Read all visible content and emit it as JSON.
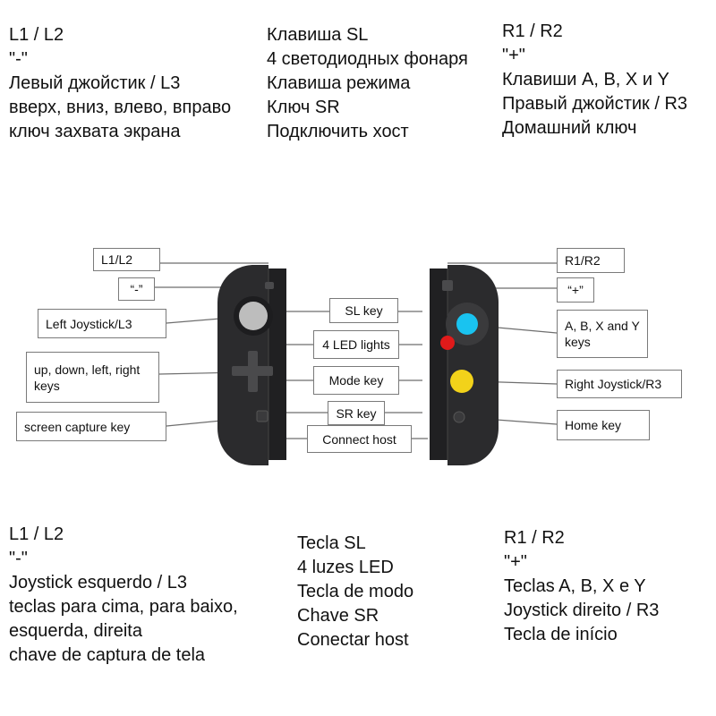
{
  "top": {
    "ru_left": [
      "L1 / L2",
      "\"-\"",
      "Левый джойстик / L3",
      "вверх, вниз, влево, вправо",
      "ключ захвата экрана"
    ],
    "ru_middle": [
      "Клавиша SL",
      "4 светодиодных фонаря",
      "Клавиша режима",
      "Ключ SR",
      "Подключить хост"
    ],
    "ru_right": [
      "R1 / R2",
      "\"+\"",
      "Клавиши A, B, X и Y",
      "Правый джойстик / R3",
      "Домашний ключ"
    ]
  },
  "bottom": {
    "pt_left": [
      "L1 / L2",
      "\"-\"",
      "Joystick esquerdo / L3",
      "teclas para cima, para baixo,",
      "esquerda, direita",
      "chave de captura de tela"
    ],
    "pt_middle": [
      "Tecla SL",
      "4 luzes LED",
      "Tecla de modo",
      "Chave SR",
      "Conectar host"
    ],
    "pt_right": [
      "R1 / R2",
      "\"+\"",
      "Teclas A, B, X e Y",
      "Joystick direito / R3",
      "Tecla de início"
    ]
  },
  "diagram": {
    "left_labels": {
      "l1l2": "L1/L2",
      "minus": "“-”",
      "left_joystick": "Left Joystick/L3",
      "dpad": "up,  down,  left,  right keys",
      "capture": "screen capture key"
    },
    "center_labels": {
      "sl": "SL key",
      "led": "4 LED lights",
      "mode": "Mode key",
      "sr": "SR key",
      "connect": "Connect host"
    },
    "right_labels": {
      "r1r2": "R1/R2",
      "plus": "“+”",
      "abxy": "A, B, X and Y keys",
      "right_joystick": "Right Joystick/R3",
      "home": "Home key"
    },
    "colors": {
      "body": "#2b2b2d",
      "left_stick": "#bdbdbd",
      "right_stick_top": "#19c3f0",
      "right_stick_bottom": "#f2d21a",
      "led": "#e01a1a",
      "line": "#6e6e6e"
    }
  }
}
